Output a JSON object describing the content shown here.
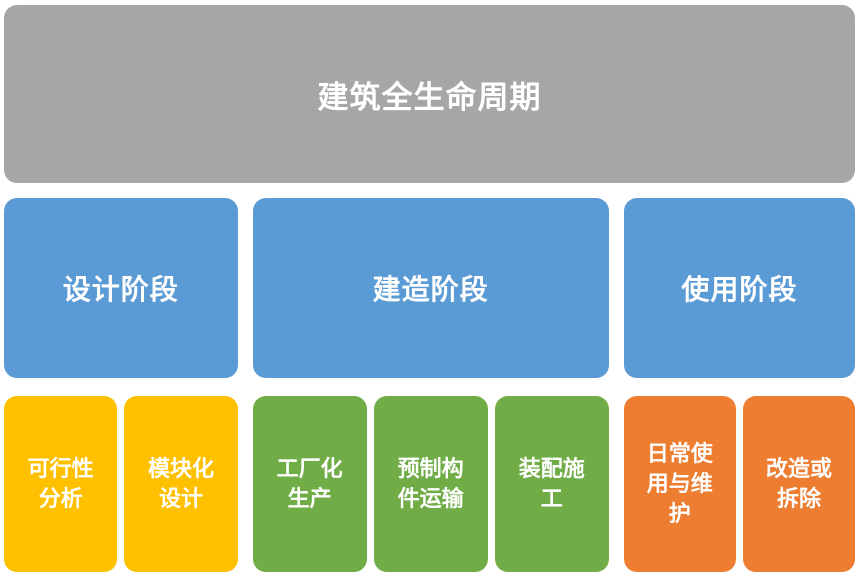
{
  "title": {
    "label": "建筑全生命周期"
  },
  "colors": {
    "title_gray": "#a6a6a6",
    "phase_blue": "#5b9bd5",
    "design_yellow": "#ffc000",
    "construction_green": "#70ad47",
    "use_orange": "#ed7d31",
    "text": "#ffffff",
    "background": "#ffffff"
  },
  "phases": [
    {
      "label": "设计阶段",
      "color": "#5b9bd5",
      "items": [
        {
          "label": "可行性\n分析",
          "color": "#ffc000"
        },
        {
          "label": "模块化\n设计",
          "color": "#ffc000"
        }
      ]
    },
    {
      "label": "建造阶段",
      "color": "#5b9bd5",
      "items": [
        {
          "label": "工厂化\n生产",
          "color": "#70ad47"
        },
        {
          "label": "预制构\n件运输",
          "color": "#70ad47"
        },
        {
          "label": "装配施\n工",
          "color": "#70ad47"
        }
      ]
    },
    {
      "label": "使用阶段",
      "color": "#5b9bd5",
      "items": [
        {
          "label": "日常使\n用与维\n护",
          "color": "#ed7d31"
        },
        {
          "label": "改造或\n拆除",
          "color": "#ed7d31"
        }
      ]
    }
  ]
}
